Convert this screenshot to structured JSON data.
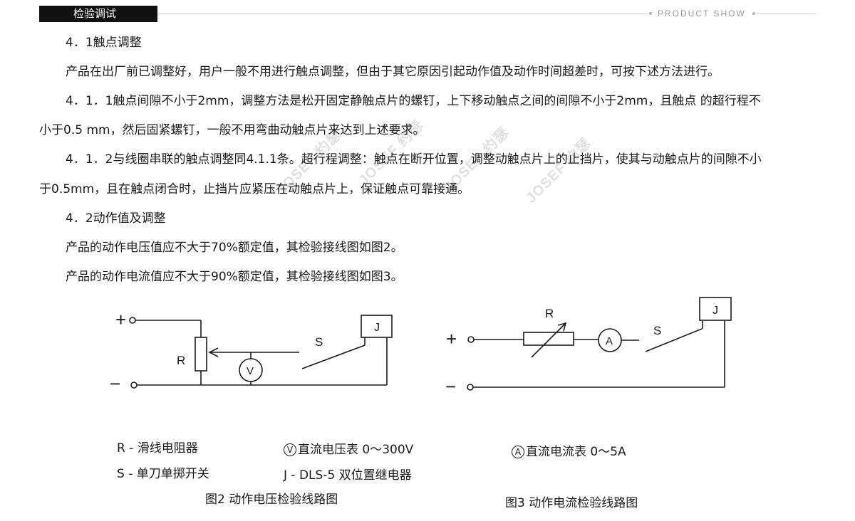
{
  "header": {
    "section_title": "检验调试",
    "tagline": "PRODUCT SHOW"
  },
  "watermark": {
    "text": "JOSEF 约瑟",
    "color": "#c8c8c8"
  },
  "body": {
    "p1": "4．1触点调整",
    "p2": "产品在出厂前已调整好，用户一般不用进行触点调整，但由于其它原因引起动作值及动作时间超差时，可按下述方法进行。",
    "p3a": "4．1．1触点间隙不小于2mm，调整方法是松开固定静触点片的螺钉，上下移动触点之间的间隙不小于2mm，且触点 的超行程不",
    "p3b": "小于0.5 mm，然后固紧螺钉，一般不用弯曲动触点片来达到上述要求。",
    "p4a": "4．1．2与线圈串联的触点调整同4.1.1条。超行程调整：触点在断开位置，调整动触点片上的止挡片，使其与动触点片的间隙不小",
    "p4b": "于0.5mm，且在触点闭合时，止挡片应紧压在动触点片上，保证触点可靠接通。",
    "p5": "4．2动作值及调整",
    "p6": "产品的动作电压值应不大于70%额定值，其检验接线图如图2。",
    "p7": "产品的动作电流值应不大于90%额定值，其检验接线图如图3。"
  },
  "figure2": {
    "plus": "+",
    "minus": "−",
    "resistor_label": "R",
    "voltmeter": "V",
    "switch_label": "S",
    "relay": "J",
    "caption": "图2  动作电压检验线路图"
  },
  "figure3": {
    "plus": "+",
    "minus": "−",
    "resistor_label": "R",
    "ammeter": "A",
    "switch_label": "S",
    "relay": "J",
    "caption": "图3  动作电流检验线路图"
  },
  "legend": {
    "r": "R - 滑线电阻器",
    "s": "S - 单刀单掷开关",
    "v_symbol": "V",
    "v_text": "直流电压表 0～300V",
    "j": "J - DLS-5 双位置继电器",
    "a_symbol": "A",
    "a_text": "直流电流表 0～5A"
  }
}
